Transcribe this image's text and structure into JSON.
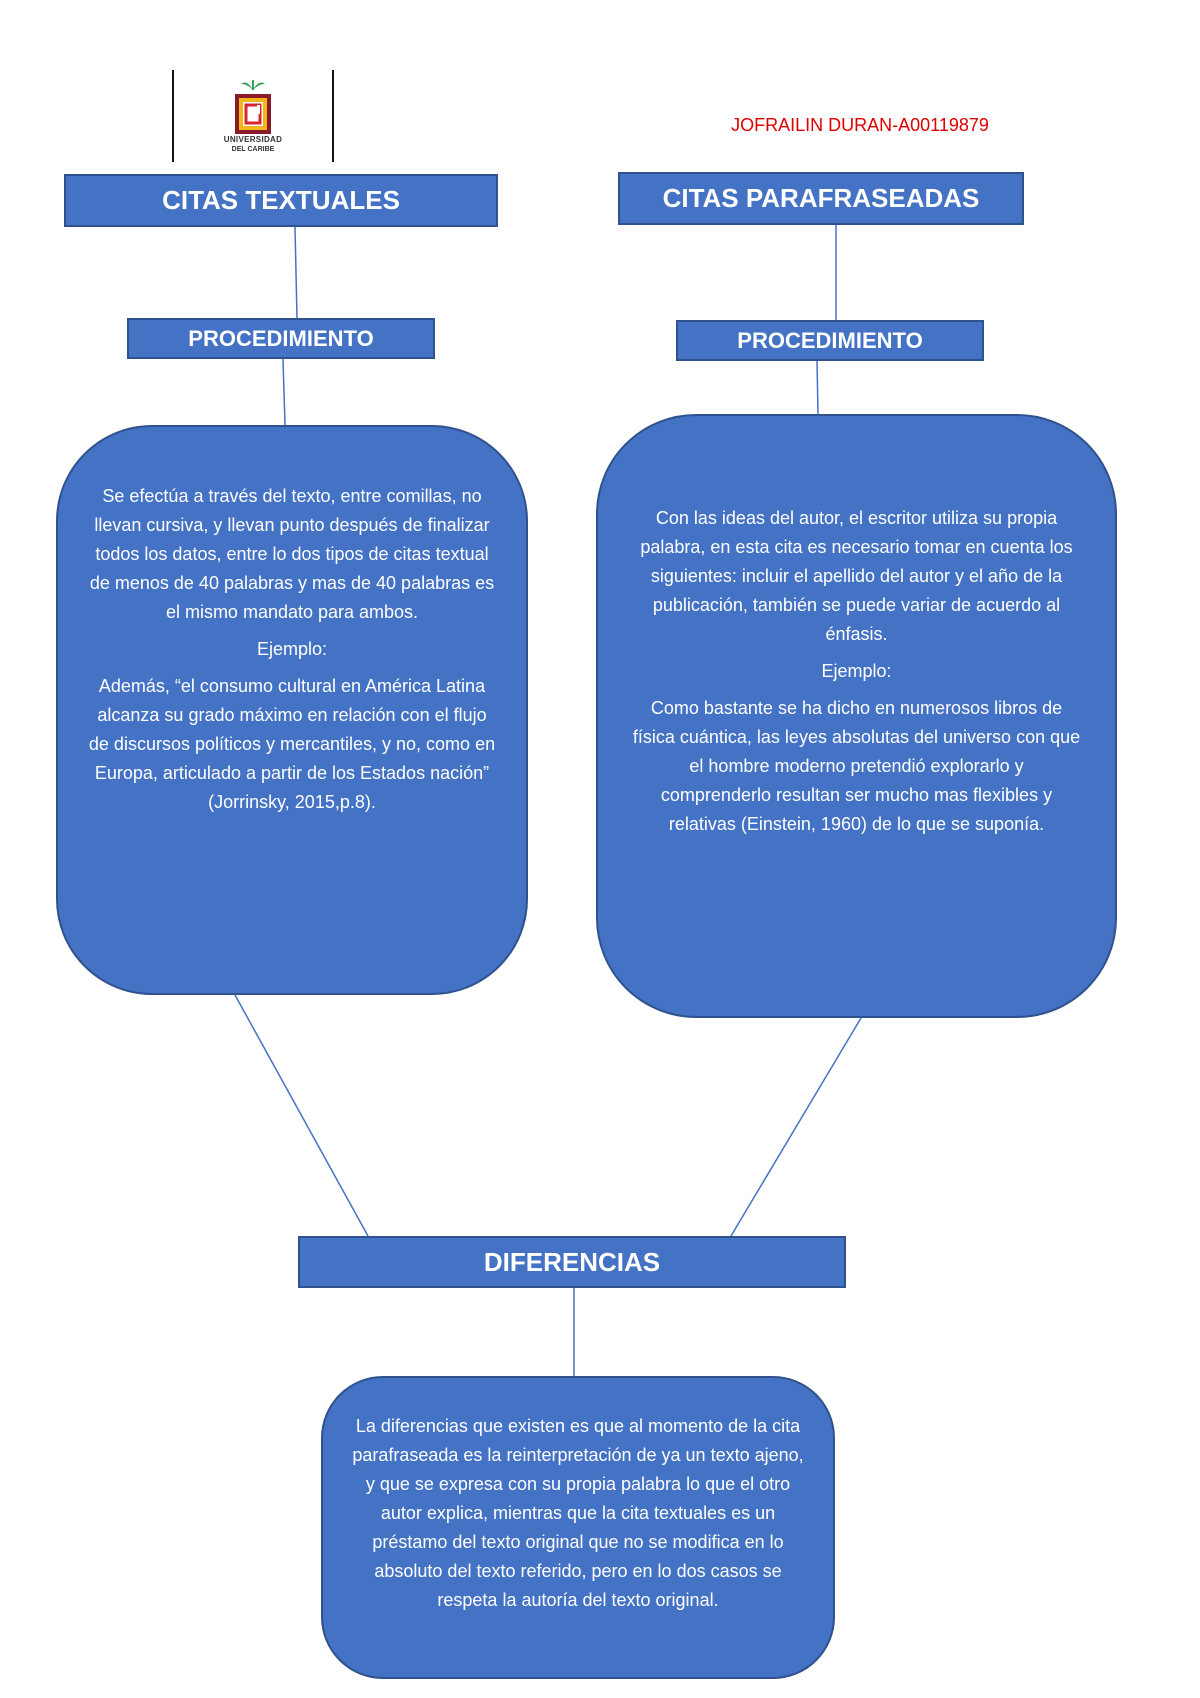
{
  "logo": {
    "line1": "UNIVERSIDAD",
    "line2": "DEL CARIBE"
  },
  "author": "JOFRAILIN DURAN-A00119879",
  "colors": {
    "box_fill": "#4472c4",
    "box_border": "#2f528f",
    "text": "#ffffff",
    "author_text": "#e00000",
    "connector": "#4472c4"
  },
  "textuales": {
    "title": "CITAS TEXTUALES",
    "procedure_label": "PROCEDIMIENTO",
    "description": "Se efectúa a través del texto, entre comillas, no llevan cursiva, y llevan punto después de finalizar todos los datos, entre lo dos tipos de citas textual de menos de 40 palabras y mas de 40 palabras es el mismo mandato para ambos.",
    "example_label": "Ejemplo:",
    "example_text": "Además, “el consumo cultural en América Latina alcanza su grado máximo en relación con el flujo de discursos políticos y mercantiles, y no, como en Europa, articulado a partir de los Estados nación” (Jorrinsky, 2015,p.8)."
  },
  "parafraseadas": {
    "title": "CITAS PARAFRASEADAS",
    "procedure_label": "PROCEDIMIENTO",
    "description": "Con las ideas del autor, el escritor utiliza su propia palabra, en esta cita es necesario tomar en cuenta los siguientes: incluir el apellido del autor y el año de la publicación, también se puede variar  de acuerdo al énfasis.",
    "example_label": "Ejemplo:",
    "example_text": "Como bastante se ha dicho en numerosos libros de física cuántica, las leyes absolutas del universo con que el hombre moderno pretendió explorarlo y comprenderlo resultan ser mucho mas flexibles y relativas (Einstein, 1960) de lo que se suponía."
  },
  "diferencias": {
    "title": "DIFERENCIAS",
    "text": "La diferencias que existen es que al momento de la cita parafraseada es la reinterpretación de ya un texto ajeno, y que se expresa con su propia palabra lo que el otro autor explica, mientras que la cita textuales es un préstamo del texto original que no se modifica en lo absoluto del texto referido, pero en lo dos casos se respeta la autoría del texto original."
  }
}
